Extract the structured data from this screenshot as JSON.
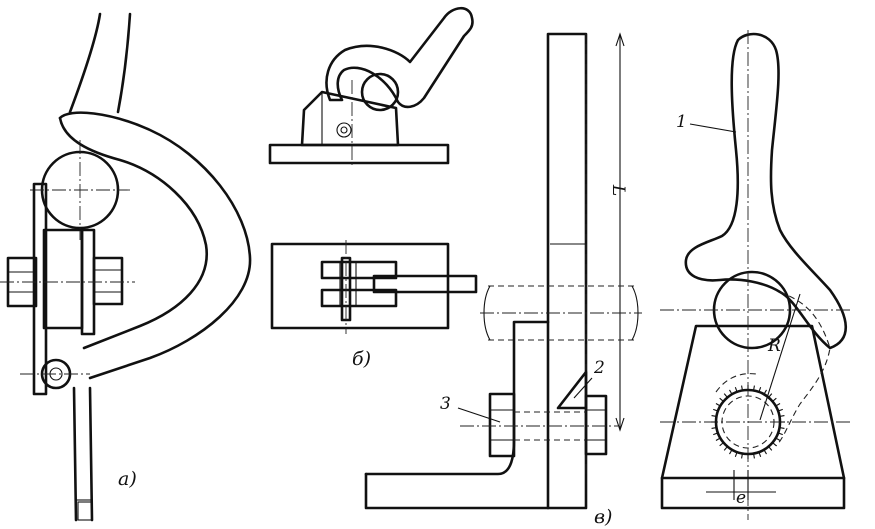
{
  "figure": {
    "views": [
      {
        "id": "a",
        "caption": "а)"
      },
      {
        "id": "b",
        "caption": "б)"
      },
      {
        "id": "v",
        "caption": "в)"
      }
    ],
    "callouts": {
      "part_1": "1",
      "part_2": "2",
      "part_3": "3",
      "dimension_L": "L",
      "radius_R": "R",
      "eccentricity_e": "e"
    }
  }
}
